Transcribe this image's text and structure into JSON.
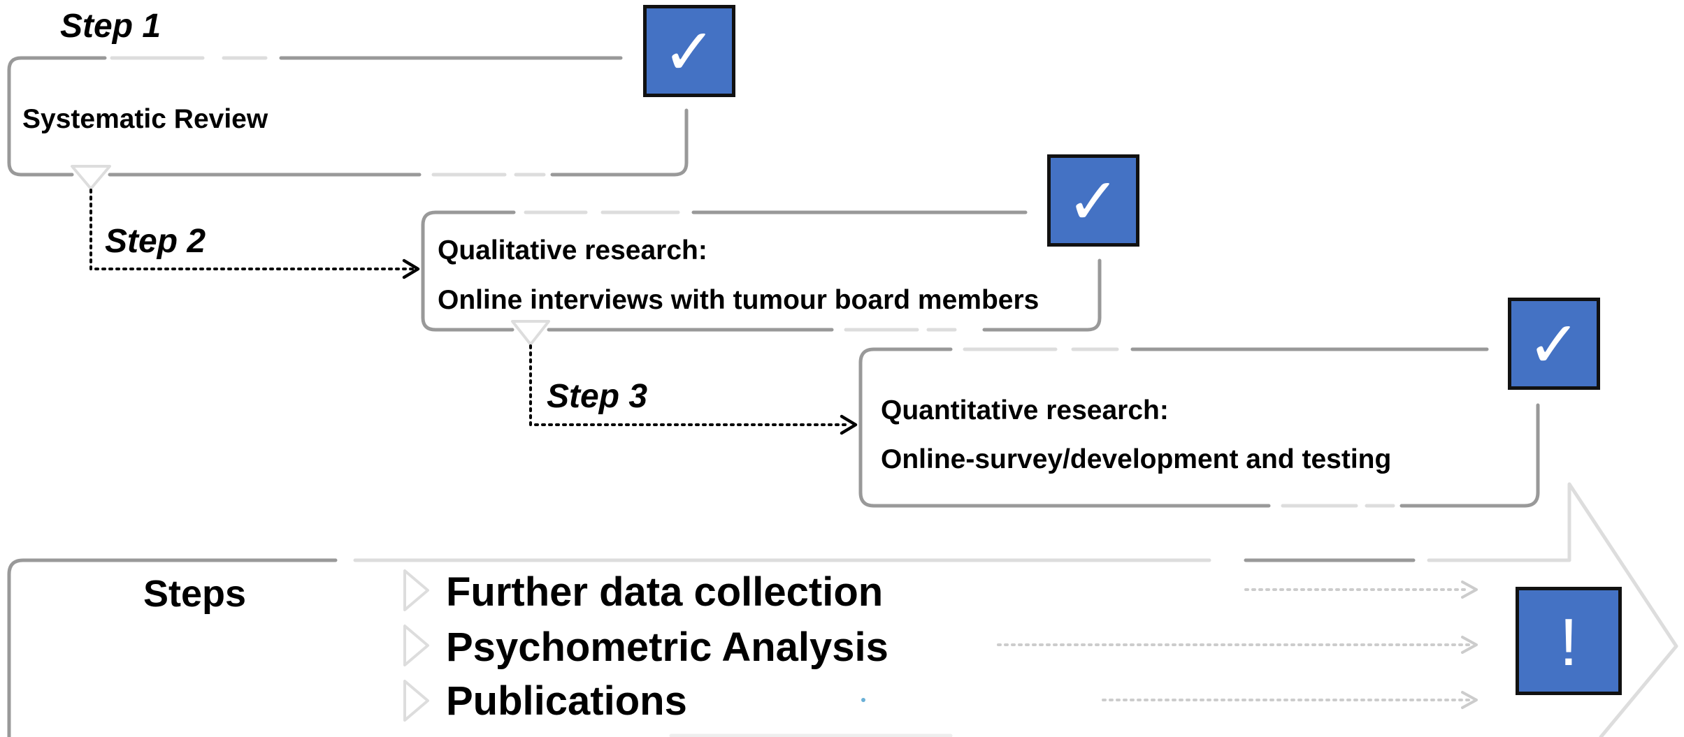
{
  "steps": [
    {
      "label": "Step 1",
      "lines": [
        "Systematic Review"
      ],
      "icon": "checkmark-icon"
    },
    {
      "label": "Step 2",
      "lines": [
        "Qualitative research:",
        "Online interviews with tumour board members"
      ],
      "icon": "checkmark-icon"
    },
    {
      "label": "Step 3",
      "lines": [
        "Quantitative research:",
        "Online-survey/development and testing"
      ],
      "icon": "checkmark-icon"
    }
  ],
  "check_symbol": "✓",
  "next_steps": {
    "title": "Steps",
    "items": [
      "Further data collection",
      "Psychometric Analysis",
      "Publications"
    ],
    "icon": "exclamation-icon",
    "symbol": "!"
  },
  "colors": {
    "badge_fill": "#4472c4",
    "badge_border": "#111111",
    "box_stroke": "#999999",
    "light_stroke": "#dddddd",
    "connector": "#000000",
    "arrow_dotted": "#cccccc"
  }
}
